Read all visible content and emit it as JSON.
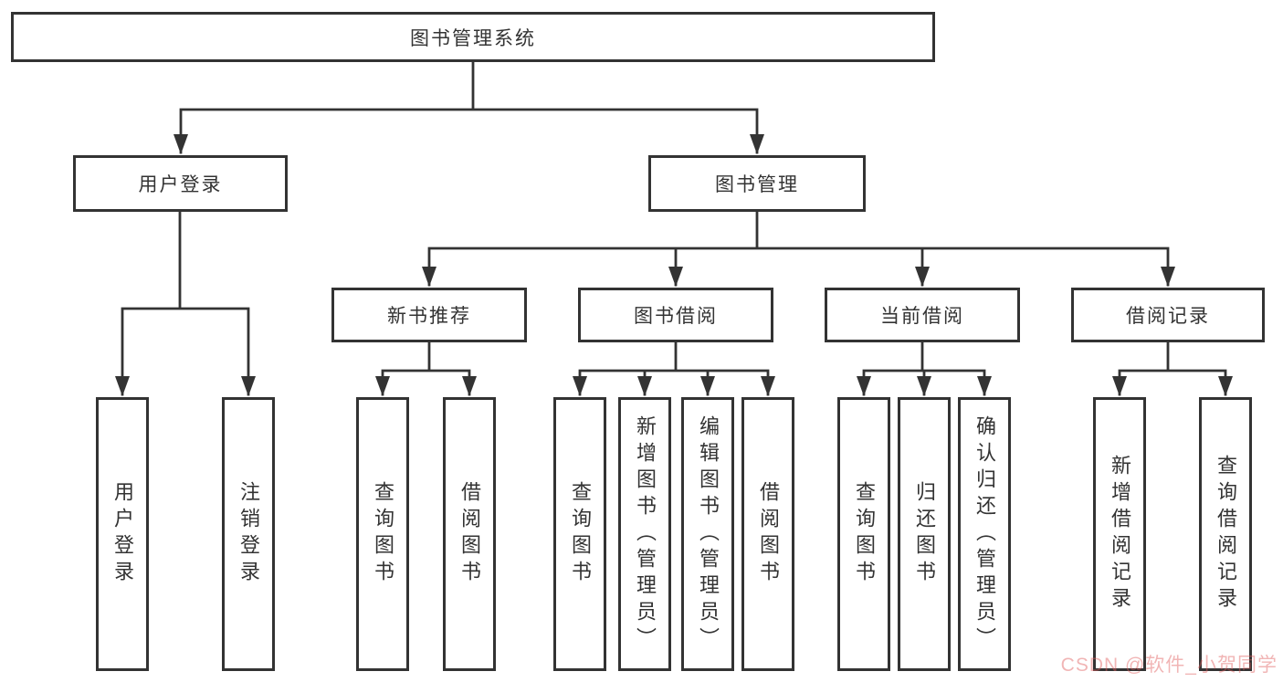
{
  "title": "图书管理系统",
  "watermark": "CSDN @软件_小贺同学",
  "colors": {
    "line": "#333333",
    "text": "#333333",
    "box_background": "#ffffff",
    "background": "#ffffff",
    "watermark_pink": "rgba(224,90,90,0.45)"
  },
  "nodes": {
    "root": {
      "label": "图书管理系统"
    },
    "user_login": {
      "label": "用户登录"
    },
    "book_mgmt": {
      "label": "图书管理"
    },
    "new_book_rec": {
      "label": "新书推荐"
    },
    "book_borrow": {
      "label": "图书借阅"
    },
    "current_borrow": {
      "label": "当前借阅"
    },
    "borrow_record": {
      "label": "借阅记录"
    },
    "ul_login": {
      "label": "用户登录"
    },
    "ul_logout": {
      "label": "注销登录"
    },
    "nb_query": {
      "label": "查询图书"
    },
    "nb_borrow": {
      "label": "借阅图书"
    },
    "bb_query": {
      "label": "查询图书"
    },
    "bb_add": {
      "label": "新增图书（管理员）"
    },
    "bb_edit": {
      "label": "编辑图书（管理员）"
    },
    "bb_borrow": {
      "label": "借阅图书"
    },
    "cb_query": {
      "label": "查询图书"
    },
    "cb_return": {
      "label": "归还图书"
    },
    "cb_confirm": {
      "label": "确认归还（管理员）"
    },
    "br_add": {
      "label": "新增借阅记录"
    },
    "br_query": {
      "label": "查询借阅记录"
    }
  },
  "edges": [
    {
      "from": "图书管理系统",
      "to": "用户登录"
    },
    {
      "from": "图书管理系统",
      "to": "图书管理"
    },
    {
      "from": "用户登录",
      "to": "用户登录"
    },
    {
      "from": "用户登录",
      "to": "注销登录"
    },
    {
      "from": "图书管理",
      "to": "新书推荐"
    },
    {
      "from": "图书管理",
      "to": "图书借阅"
    },
    {
      "from": "图书管理",
      "to": "当前借阅"
    },
    {
      "from": "图书管理",
      "to": "借阅记录"
    },
    {
      "from": "新书推荐",
      "to": "查询图书"
    },
    {
      "from": "新书推荐",
      "to": "借阅图书"
    },
    {
      "from": "图书借阅",
      "to": "查询图书"
    },
    {
      "from": "图书借阅",
      "to": "新增图书（管理员）"
    },
    {
      "from": "图书借阅",
      "to": "编辑图书（管理员）"
    },
    {
      "from": "图书借阅",
      "to": "借阅图书"
    },
    {
      "from": "当前借阅",
      "to": "查询图书"
    },
    {
      "from": "当前借阅",
      "to": "归还图书"
    },
    {
      "from": "当前借阅",
      "to": "确认归还（管理员）"
    },
    {
      "from": "借阅记录",
      "to": "新增借阅记录"
    },
    {
      "from": "借阅记录",
      "to": "查询借阅记录"
    }
  ]
}
